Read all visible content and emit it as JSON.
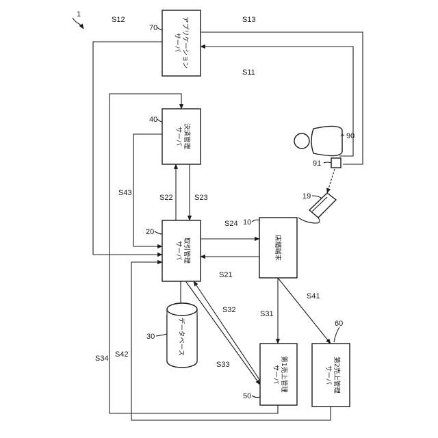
{
  "figure_ref": "1",
  "boxes": {
    "app_server": {
      "ref": "70",
      "line1": "アプリケーション",
      "line2": "サーバ"
    },
    "payment_server": {
      "ref": "40",
      "line1": "決済管理",
      "line2": "サーバ"
    },
    "transaction_server": {
      "ref": "20",
      "line1": "取引管理",
      "line2": "サーバ"
    },
    "store_terminal": {
      "ref": "10",
      "line1": "店舗端末"
    },
    "sales_server_1": {
      "ref": "50",
      "line1": "第1売上管理",
      "line2": "サーバ"
    },
    "sales_server_2": {
      "ref": "60",
      "line1": "第2売上管理",
      "line2": "サーバ"
    }
  },
  "database": {
    "ref": "30",
    "label": "データベース"
  },
  "user": {
    "ref": "90"
  },
  "user_device": {
    "ref": "91"
  },
  "card_reader": {
    "ref": "19"
  },
  "signals": {
    "s11": "S11",
    "s12": "S12",
    "s13": "S13",
    "s21": "S21",
    "s22": "S22",
    "s23": "S23",
    "s24": "S24",
    "s31": "S31",
    "s32": "S32",
    "s33": "S33",
    "s34": "S34",
    "s41": "S41",
    "s42": "S42",
    "s43": "S43"
  }
}
